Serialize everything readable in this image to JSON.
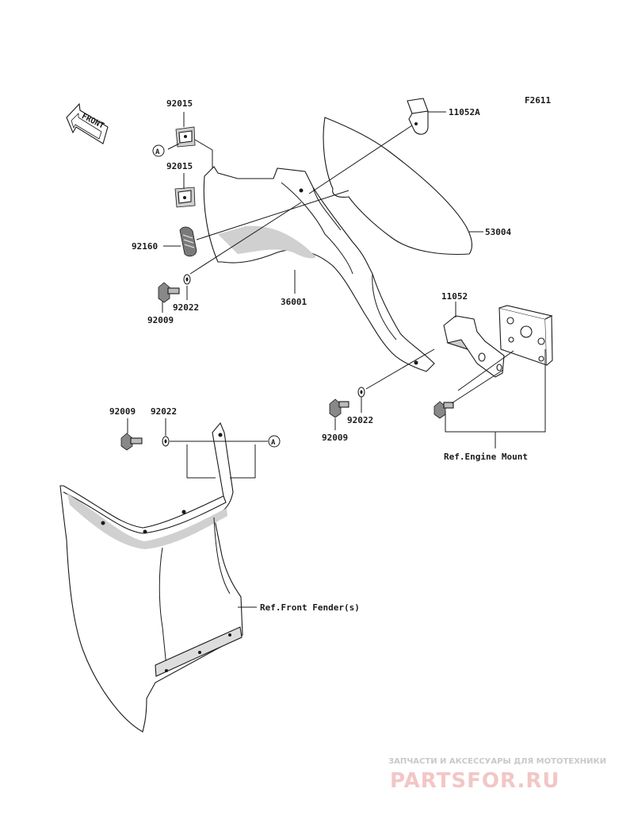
{
  "figure_code": "F2611",
  "front_arrow_label": "FRONT",
  "callouts": {
    "a_circle": "A",
    "p92015_top": "92015",
    "p92015_mid": "92015",
    "p11052a": "11052A",
    "p92160": "92160",
    "p53004": "53004",
    "p92022_upper": "92022",
    "p92009_upper": "92009",
    "p36001": "36001",
    "p11052": "11052",
    "p92022_lower": "92022",
    "p92009_lower": "92009",
    "p92009_left": "92009",
    "p92022_left": "92022",
    "a_circle_lower": "A"
  },
  "references": {
    "engine_mount": "Ref.Engine Mount",
    "front_fender": "Ref.Front Fender(s)"
  },
  "watermark": {
    "tagline": "ЗАПЧАСТИ И АКСЕССУАРЫ ДЛЯ МОТОТЕХНИКИ",
    "brand": "PARTSFOR.RU"
  }
}
